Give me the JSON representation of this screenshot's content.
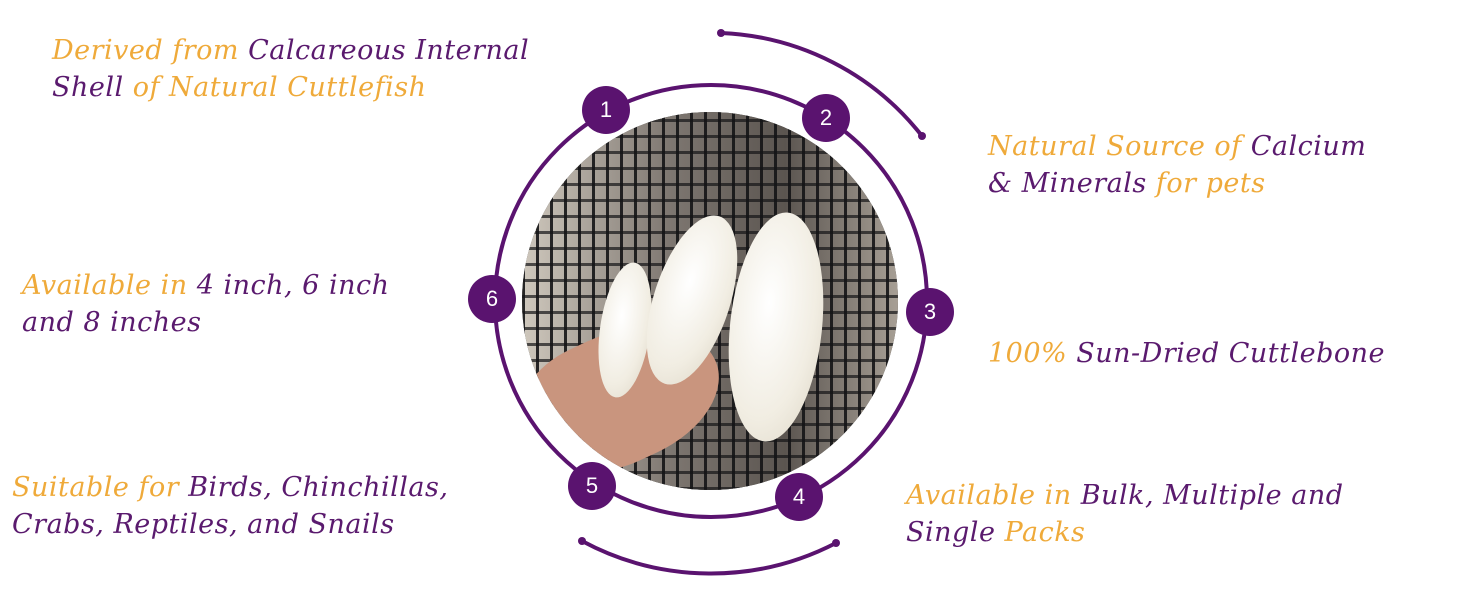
{
  "features": [
    {
      "number": "1",
      "segments": [
        {
          "text": "Derived from ",
          "color": "orange"
        },
        {
          "text": "Calcareous Internal",
          "color": "purple"
        }
      ],
      "segments2": [
        {
          "text": "Shell ",
          "color": "purple"
        },
        {
          "text": "of Natural Cuttlefish",
          "color": "orange"
        }
      ]
    },
    {
      "number": "2",
      "segments": [
        {
          "text": "Natural Source of ",
          "color": "orange"
        },
        {
          "text": "Calcium",
          "color": "purple"
        }
      ],
      "segments2": [
        {
          "text": "& Minerals ",
          "color": "purple"
        },
        {
          "text": "for pets",
          "color": "orange"
        }
      ]
    },
    {
      "number": "3",
      "segments": [
        {
          "text": "100% ",
          "color": "orange"
        },
        {
          "text": "Sun-Dried Cuttlebone",
          "color": "purple"
        }
      ]
    },
    {
      "number": "4",
      "segments": [
        {
          "text": "Available in ",
          "color": "orange"
        },
        {
          "text": "Bulk, Multiple and",
          "color": "purple"
        }
      ],
      "segments2": [
        {
          "text": "Single ",
          "color": "purple"
        },
        {
          "text": "Packs",
          "color": "orange"
        }
      ]
    },
    {
      "number": "5",
      "segments": [
        {
          "text": "Suitable for ",
          "color": "orange"
        },
        {
          "text": "Birds, Chinchillas,",
          "color": "purple"
        }
      ],
      "segments2": [
        {
          "text": "Crabs, Reptiles, and Snails",
          "color": "purple"
        }
      ]
    },
    {
      "number": "6",
      "segments": [
        {
          "text": "Available in ",
          "color": "orange"
        },
        {
          "text": "4 inch, 6 inch",
          "color": "purple"
        }
      ],
      "segments2": [
        {
          "text": "and 8 inches",
          "color": "purple"
        }
      ]
    }
  ],
  "colors": {
    "orange": "#efaa3a",
    "purple": "#5a1a6e",
    "ring": "#5a136f"
  }
}
